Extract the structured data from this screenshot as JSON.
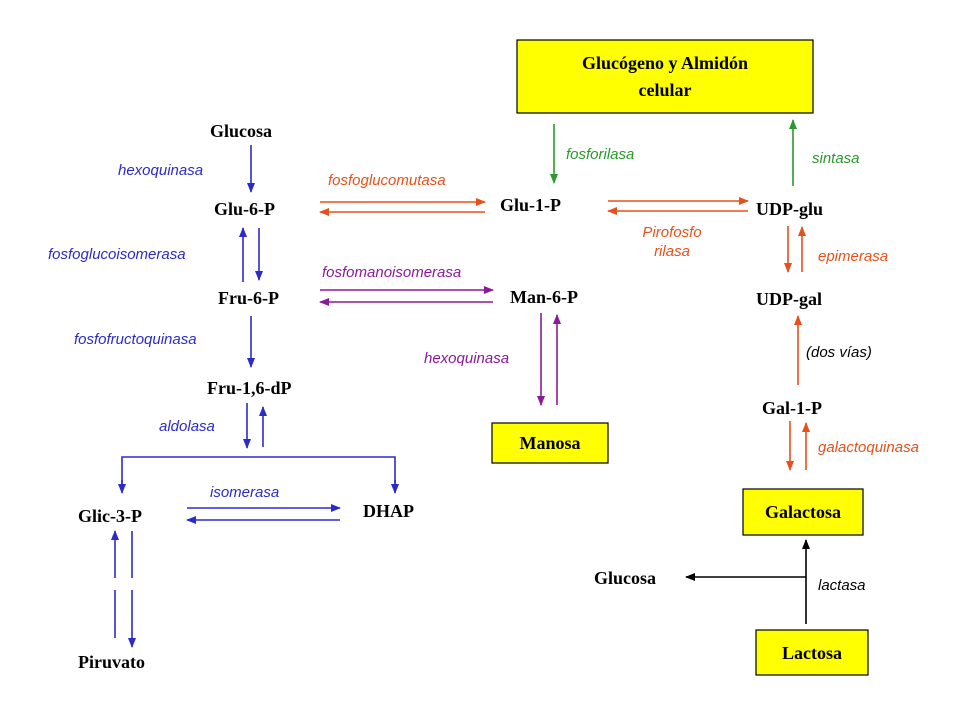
{
  "colors": {
    "blue": "#2b2bcc",
    "orange": "#e8501a",
    "purple": "#8b1a9b",
    "green": "#2a9a2a",
    "black": "#000000",
    "box_fill": "#ffff00"
  },
  "metabolites": {
    "glucosa_top": "Glucosa",
    "glu6p": "Glu-6-P",
    "fru6p": "Fru-6-P",
    "fru16dp": "Fru-1,6-dP",
    "glic3p": "Glic-3-P",
    "dhap": "DHAP",
    "piruvato": "Piruvato",
    "glu1p": "Glu-1-P",
    "man6p": "Man-6-P",
    "udpglu": "UDP-glu",
    "udpgal": "UDP-gal",
    "gal1p": "Gal-1-P",
    "glucosa_bottom": "Glucosa"
  },
  "boxes": {
    "glucogeno_line1": "Glucógeno y  Almidón",
    "glucogeno_line2": "celular",
    "manosa": "Manosa",
    "galactosa": "Galactosa",
    "lactosa": "Lactosa"
  },
  "enzymes": {
    "hexoquinasa_top": "hexoquinasa",
    "fosfoglucoisomerasa": "fosfoglucoisomerasa",
    "fosfofructoquinasa": "fosfofructoquinasa",
    "aldolasa": "aldolasa",
    "isomerasa": "isomerasa",
    "fosfoglucomutasa": "fosfoglucomutasa",
    "fosfomanoisomerasa": "fosfomanoisomerasa",
    "hexoquinasa_man": "hexoquinasa",
    "fosforilasa": "fosforilasa",
    "sintasa": "sintasa",
    "pirofosforilasa_line1": "Pirofosfo",
    "pirofosforilasa_line2": "rilasa",
    "epimerasa": "epimerasa",
    "dos_vias": "(dos vías)",
    "galactoquinasa": "galactoquinasa",
    "lactasa": "lactasa"
  }
}
